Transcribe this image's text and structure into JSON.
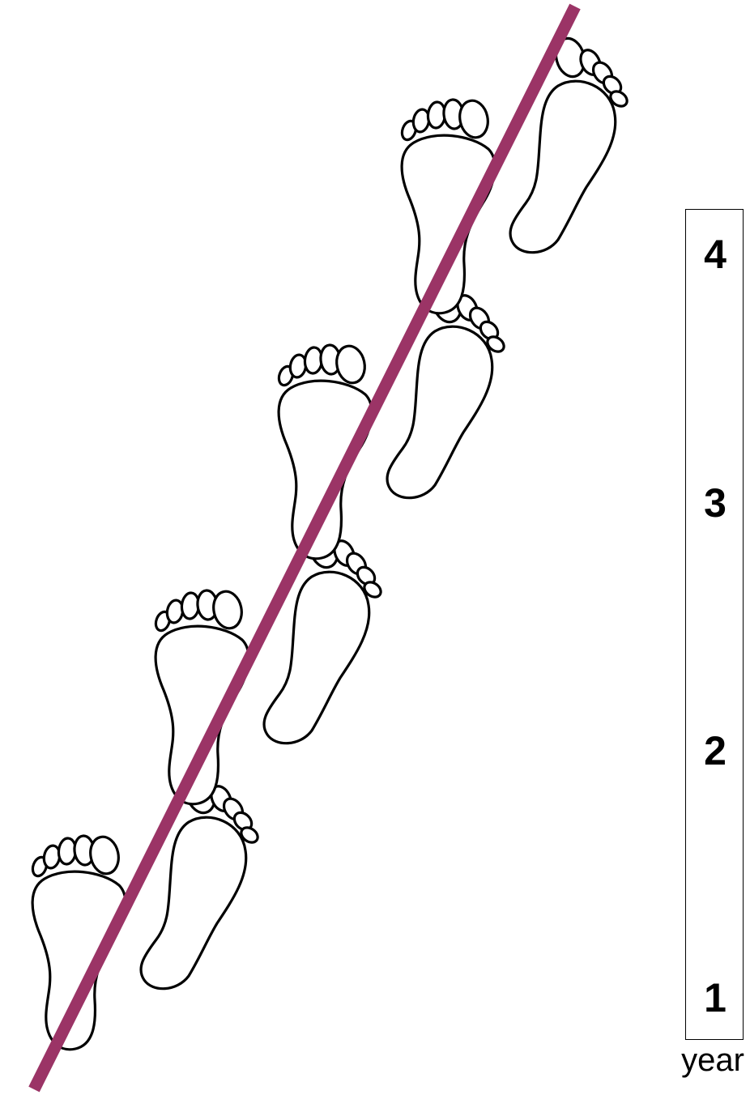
{
  "scale": {
    "ticks": [
      "4",
      "3",
      "2",
      "1"
    ],
    "unit_label": "year"
  },
  "colors": {
    "trend_line": "#9b3466",
    "footprint_outline": "#000000",
    "footprint_fill": "#ffffff"
  },
  "footprint_pairs": 4
}
